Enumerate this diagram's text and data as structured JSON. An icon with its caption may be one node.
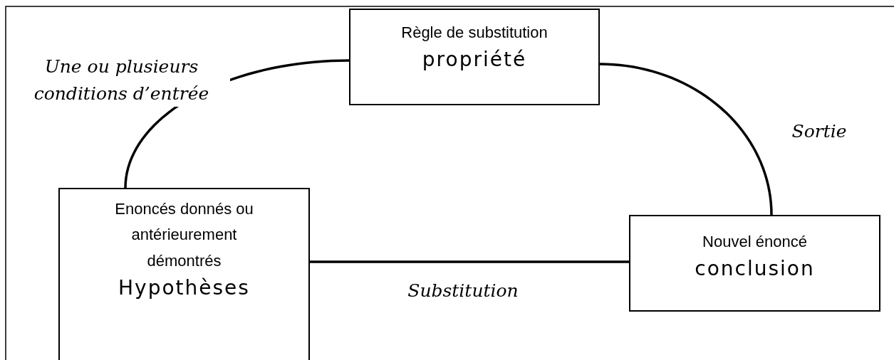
{
  "diagram": {
    "nodes": [
      {
        "text": [
          "Règle de substitution",
          "propriété"
        ]
      },
      {
        "text": [
          "Enoncés donnés ou antérieurement démontrés",
          "Hypothèses"
        ]
      },
      {
        "text": [
          "Nouvel énoncé",
          "conclusion"
        ]
      }
    ],
    "edges": [
      {
        "from": 1,
        "to": 0,
        "arrow": "none",
        "label": "Une ou plusieurs conditions d’entrée"
      },
      {
        "from": 0,
        "to": 2,
        "arrow": "none",
        "label": "Sortie"
      },
      {
        "from": 1,
        "to": 2,
        "arrow": "none",
        "label": "Substitution"
      }
    ]
  }
}
